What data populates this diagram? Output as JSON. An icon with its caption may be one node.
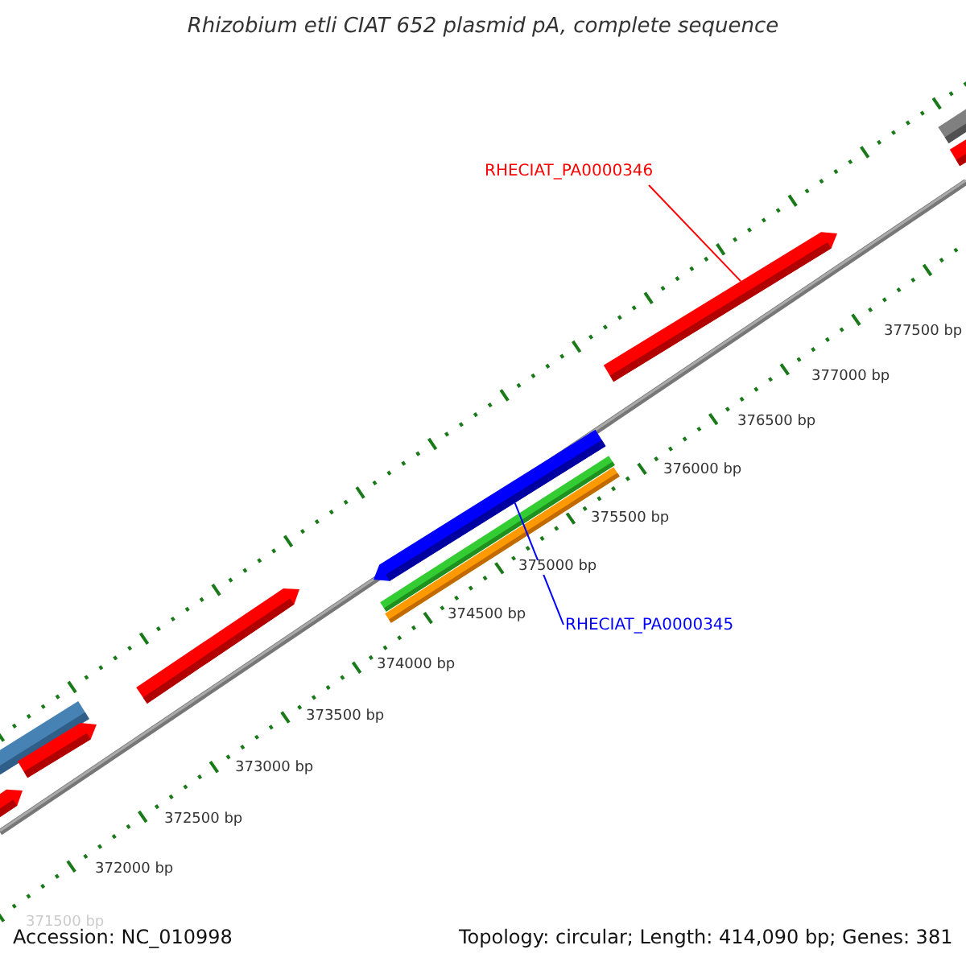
{
  "diagram": {
    "title": "Rhizobium etli CIAT 652 plasmid pA, complete sequence",
    "nodes": [
      {
        "text": [
          "RHECIAT_PA0000346"
        ]
      },
      {
        "text": [],
        "shape": "bar"
      },
      {
        "text": [],
        "shape": "bar"
      },
      {
        "text": [],
        "shape": "bar"
      },
      {
        "text": [],
        "shape": "bar"
      },
      {
        "text": [],
        "shape": "bar"
      },
      {
        "text": [],
        "shape": "bar"
      },
      {
        "text": [],
        "shape": "bar"
      },
      {
        "text": [],
        "shape": "bar"
      },
      {
        "text": [],
        "shape": "bar"
      },
      {
        "text": [],
        "shape": "bar"
      },
      {
        "text": [
          "RHECIAT_PA0000345"
        ]
      }
    ],
    "edges": [
      {
        "from": 0,
        "to": 8,
        "arrow": "none",
        "color": "#ff0000"
      },
      {
        "from": 11,
        "to": 5,
        "arrow": "none",
        "color": "#0000ff"
      }
    ],
    "labels": [
      "377500 bp",
      "377000 bp",
      "376500 bp",
      "376000 bp",
      "375500 bp",
      "375000 bp",
      "374500 bp",
      "374000 bp",
      "373500 bp",
      "373000 bp",
      "372500 bp",
      "372000 bp",
      "371500 bp",
      "Accession: NC_010998",
      "Topology: circular; Length: 414,090 bp; Genes: 381"
    ]
  }
}
